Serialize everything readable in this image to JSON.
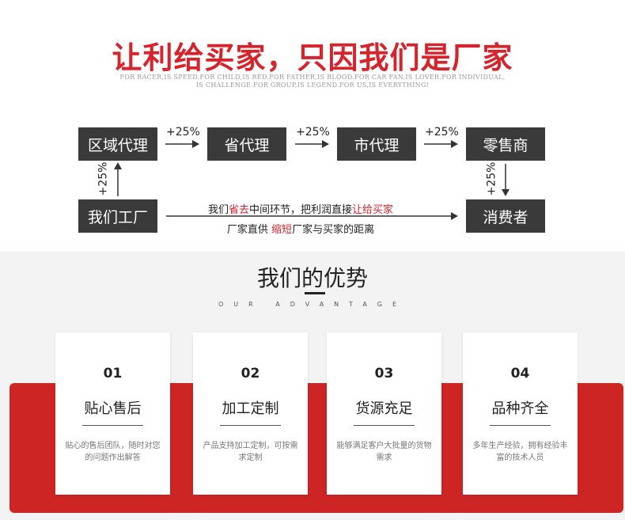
{
  "header": {
    "title": "让利给买家，只因我们是厂家",
    "sub1": "FOR RACER,IS SPEED.FOR CHILD,IS RED.FOR FATHER,IS BLOOD.FOR CAR FAN,IS LOVER.FOR INDIVIDUAL,",
    "sub2": "IS CHALLENGE.FOR GROUP,IS LEGEND.FOR US,IS EVERYTHING!"
  },
  "flow": {
    "boxes": [
      "区域代理",
      "省代理",
      "市代理",
      "零售商",
      "我们工厂",
      "消费者"
    ],
    "pct": "+25%",
    "mid1_parts": [
      "我们",
      "省去",
      "中间环节，把利润直接",
      "让给买家"
    ],
    "mid2_parts": [
      "厂家直供 ",
      "缩短",
      "厂家与买家的距离"
    ]
  },
  "advantage": {
    "title": "我们的优势",
    "subtitle": "OUR ADVANTAGE",
    "cards": [
      {
        "num": "01",
        "title": "贴心售后",
        "desc": "贴心的售后团队，随时对您的问题作出解答"
      },
      {
        "num": "02",
        "title": "加工定制",
        "desc": "产品支持加工定制，可按需求定制"
      },
      {
        "num": "03",
        "title": "货源充足",
        "desc": "能够满足客户大批量的货物需求"
      },
      {
        "num": "04",
        "title": "品种齐全",
        "desc": "多年生产经验，拥有经验丰富的技术人员"
      }
    ]
  },
  "colors": {
    "accent": "#d7232b",
    "box": "#3a3a3a",
    "band": "#cd2424"
  }
}
